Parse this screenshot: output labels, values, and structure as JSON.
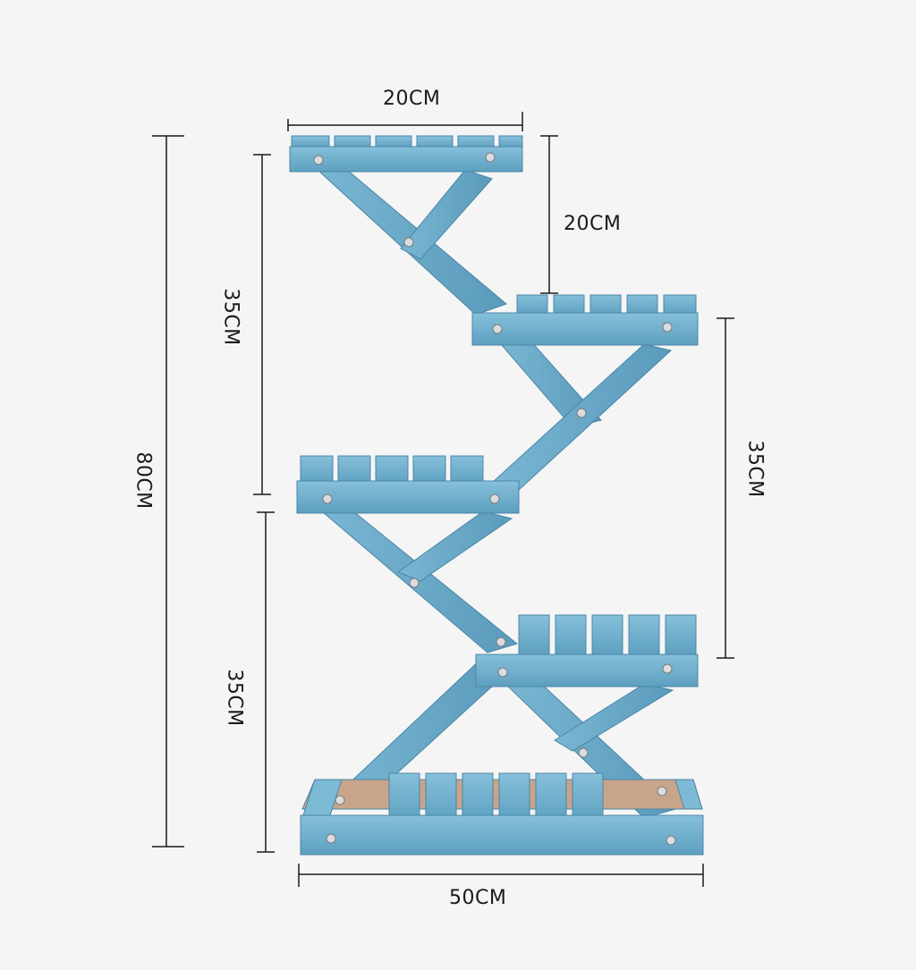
{
  "colors": {
    "background": "#f5f5f5",
    "wood": "#6fb0cf",
    "wood_dark": "#4f8fb0",
    "wood_light": "#8cc3dd",
    "line": "#1a1a1a"
  },
  "dimensions": {
    "top_width": "20CM",
    "upper_gap": "20CM",
    "left_upper": "35CM",
    "right_middle": "35CM",
    "total_height": "80CM",
    "left_lower": "35CM",
    "base_width": "50CM"
  }
}
